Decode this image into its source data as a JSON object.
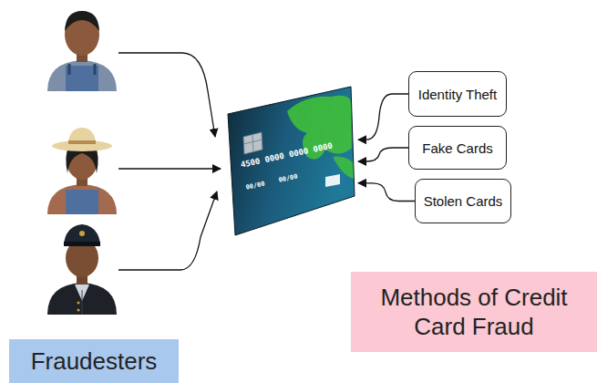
{
  "diagram": {
    "nodes": [
      {
        "text": [
          "4500 0000 0000 0000",
          "00/00",
          "00/00"
        ]
      },
      {
        "text": [
          "Identity Theft"
        ]
      },
      {
        "text": [
          "Fake Cards"
        ]
      },
      {
        "text": [
          "Stolen Cards"
        ]
      },
      {
        "text": [
          "Methods of Credit Card Fraud"
        ]
      },
      {
        "text": [
          "Fraudesters"
        ]
      }
    ],
    "edges": [
      {
        "from": 1,
        "to": 0,
        "arrow": "to"
      },
      {
        "from": 2,
        "to": 0,
        "arrow": "to"
      },
      {
        "from": 3,
        "to": 0,
        "arrow": "to"
      }
    ]
  }
}
